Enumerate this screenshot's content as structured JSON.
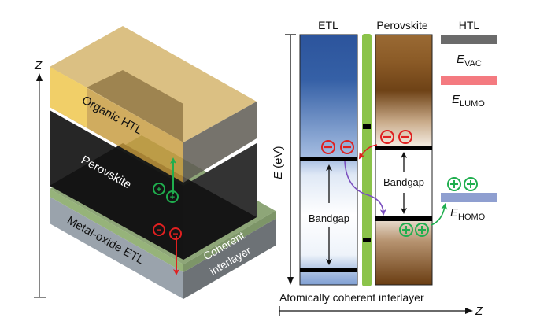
{
  "stack_panel": {
    "axis_label": "Z",
    "layers": {
      "htl": "Organic HTL",
      "perovskite": "Perovskite",
      "etl": "Metal-oxide ETL",
      "interlayer_line1": "Coherent",
      "interlayer_line2": "interlayer"
    },
    "charges": {
      "hole": "+",
      "electron": "−"
    }
  },
  "band_panel": {
    "columns": {
      "etl": "ETL",
      "perovskite": "Perovskite",
      "htl": "HTL"
    },
    "y_axis": {
      "symbol": "E",
      "unit": " (eV)"
    },
    "x_axis": {
      "label": "Z"
    },
    "interlayer_caption": "Atomically coherent interlayer",
    "bandgap_label": "Bandgap",
    "levels": [
      {
        "symbol": "E",
        "sub": "VAC",
        "color": "#6b6b6b"
      },
      {
        "symbol": "E",
        "sub": "LUMO",
        "color": "#f47a80"
      },
      {
        "symbol": "E",
        "sub": "HOMO",
        "color": "#8f9fd0"
      }
    ]
  },
  "colors": {
    "electron": "#e02020",
    "hole": "#1fae4e",
    "interlayer": "#8bc34a",
    "transfer_arrow": "#7b4fbf"
  }
}
